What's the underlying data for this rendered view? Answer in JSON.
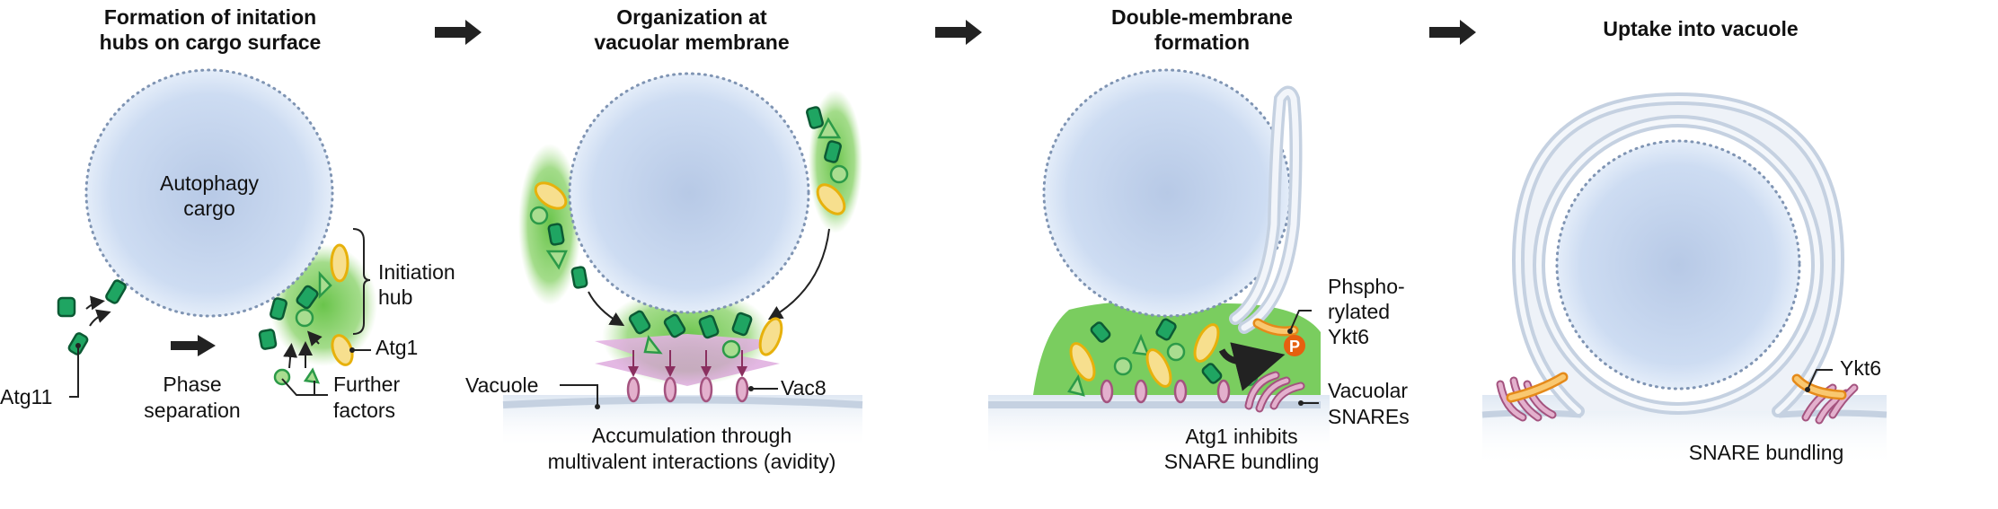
{
  "panels": [
    {
      "title_lines": [
        "Formation of initation",
        "hubs on cargo surface"
      ],
      "labels": {
        "cargo": [
          "Autophagy",
          "cargo"
        ],
        "initiation_hub": [
          "Initiation",
          "hub"
        ],
        "atg1": "Atg1",
        "further_factors": [
          "Further",
          "factors"
        ],
        "phase_separation": [
          "Phase",
          "separation"
        ],
        "atg11": "Atg11"
      }
    },
    {
      "title_lines": [
        "Organization at",
        "vacuolar membrane"
      ],
      "labels": {
        "vacuole": "Vacuole",
        "vac8": "Vac8",
        "caption": [
          "Accumulation through",
          "multivalent interactions (avidity)"
        ]
      }
    },
    {
      "title_lines": [
        "Double-membrane",
        "formation"
      ],
      "labels": {
        "phospho_ykt6": [
          "Phspho-",
          "rylated",
          "Ykt6"
        ],
        "phospho_badge": "P",
        "vacuolar_snares": [
          "Vacuolar",
          "SNAREs"
        ],
        "caption": [
          "Atg1 inhibits",
          "SNARE bundling"
        ]
      }
    },
    {
      "title_lines": [
        "Uptake into vacuole"
      ],
      "labels": {
        "ykt6": "Ykt6",
        "caption": "SNARE bundling"
      }
    }
  ],
  "colors": {
    "cargo": "#bccde8",
    "condensate": "#6cc84e",
    "atg11": "#1fa562",
    "atg1": "#f7df8e",
    "vac8": "#e3b0cd",
    "ykt6": "#f9c870",
    "phospho": "#e6600f"
  }
}
